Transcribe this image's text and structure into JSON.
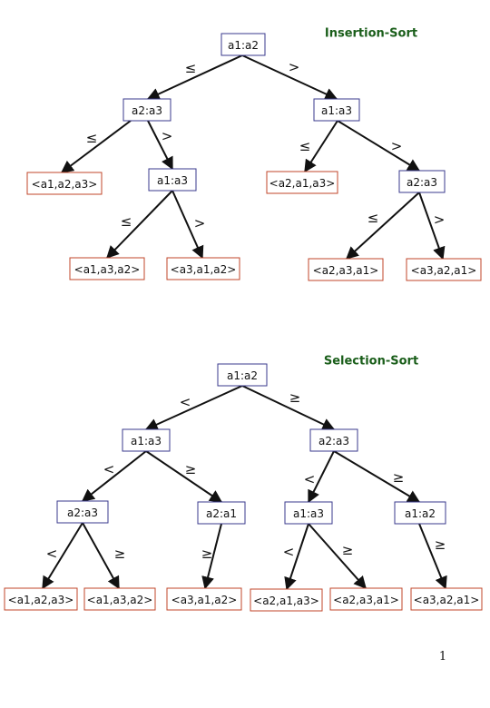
{
  "colors": {
    "internal_border": "#3a3a8c",
    "leaf_border": "#c0462a",
    "title": "#1a5e1a",
    "edge": "#111111"
  },
  "page_number": "1",
  "trees": [
    {
      "title": "Insertion-Sort",
      "nodes": [
        {
          "id": "root",
          "label": "a1:a2",
          "kind": "internal"
        },
        {
          "id": "L",
          "label": "a2:a3",
          "kind": "internal"
        },
        {
          "id": "R",
          "label": "a1:a3",
          "kind": "internal"
        },
        {
          "id": "LL",
          "label": "<a1,a2,a3>",
          "kind": "leaf"
        },
        {
          "id": "LR",
          "label": "a1:a3",
          "kind": "internal"
        },
        {
          "id": "RL",
          "label": "<a2,a1,a3>",
          "kind": "leaf"
        },
        {
          "id": "RR",
          "label": "a2:a3",
          "kind": "internal"
        },
        {
          "id": "LRL",
          "label": "<a1,a3,a2>",
          "kind": "leaf"
        },
        {
          "id": "LRR",
          "label": "<a3,a1,a2>",
          "kind": "leaf"
        },
        {
          "id": "RRL",
          "label": "<a2,a3,a1>",
          "kind": "leaf"
        },
        {
          "id": "RRR",
          "label": "<a3,a2,a1>",
          "kind": "leaf"
        }
      ],
      "edges": [
        {
          "from": "root",
          "to": "L",
          "label": "≤"
        },
        {
          "from": "root",
          "to": "R",
          "label": ">"
        },
        {
          "from": "L",
          "to": "LL",
          "label": "≤"
        },
        {
          "from": "L",
          "to": "LR",
          "label": ">"
        },
        {
          "from": "R",
          "to": "RL",
          "label": "≤"
        },
        {
          "from": "R",
          "to": "RR",
          "label": ">"
        },
        {
          "from": "LR",
          "to": "LRL",
          "label": "≤"
        },
        {
          "from": "LR",
          "to": "LRR",
          "label": ">"
        },
        {
          "from": "RR",
          "to": "RRL",
          "label": "≤"
        },
        {
          "from": "RR",
          "to": "RRR",
          "label": ">"
        }
      ]
    },
    {
      "title": "Selection-Sort",
      "nodes": [
        {
          "id": "root",
          "label": "a1:a2",
          "kind": "internal"
        },
        {
          "id": "L",
          "label": "a1:a3",
          "kind": "internal"
        },
        {
          "id": "R",
          "label": "a2:a3",
          "kind": "internal"
        },
        {
          "id": "LL",
          "label": "a2:a3",
          "kind": "internal"
        },
        {
          "id": "LR",
          "label": "a2:a1",
          "kind": "internal"
        },
        {
          "id": "RL",
          "label": "a1:a3",
          "kind": "internal"
        },
        {
          "id": "RR",
          "label": "a1:a2",
          "kind": "internal"
        },
        {
          "id": "LLL",
          "label": "<a1,a2,a3>",
          "kind": "leaf"
        },
        {
          "id": "LLR",
          "label": "<a1,a3,a2>",
          "kind": "leaf"
        },
        {
          "id": "LRR",
          "label": "<a3,a1,a2>",
          "kind": "leaf"
        },
        {
          "id": "RLL",
          "label": "<a2,a1,a3>",
          "kind": "leaf"
        },
        {
          "id": "RLR",
          "label": "<a2,a3,a1>",
          "kind": "leaf"
        },
        {
          "id": "RRR",
          "label": "<a3,a2,a1>",
          "kind": "leaf"
        }
      ],
      "edges": [
        {
          "from": "root",
          "to": "L",
          "label": "<"
        },
        {
          "from": "root",
          "to": "R",
          "label": "≥"
        },
        {
          "from": "L",
          "to": "LL",
          "label": "<"
        },
        {
          "from": "L",
          "to": "LR",
          "label": "≥"
        },
        {
          "from": "R",
          "to": "RL",
          "label": "<"
        },
        {
          "from": "R",
          "to": "RR",
          "label": "≥"
        },
        {
          "from": "LL",
          "to": "LLL",
          "label": "<"
        },
        {
          "from": "LL",
          "to": "LLR",
          "label": "≥"
        },
        {
          "from": "LR",
          "to": "LRR",
          "label": "≥"
        },
        {
          "from": "RL",
          "to": "RLL",
          "label": "<"
        },
        {
          "from": "RL",
          "to": "RLR",
          "label": "≥"
        },
        {
          "from": "RR",
          "to": "RRR",
          "label": "≥"
        }
      ]
    }
  ]
}
